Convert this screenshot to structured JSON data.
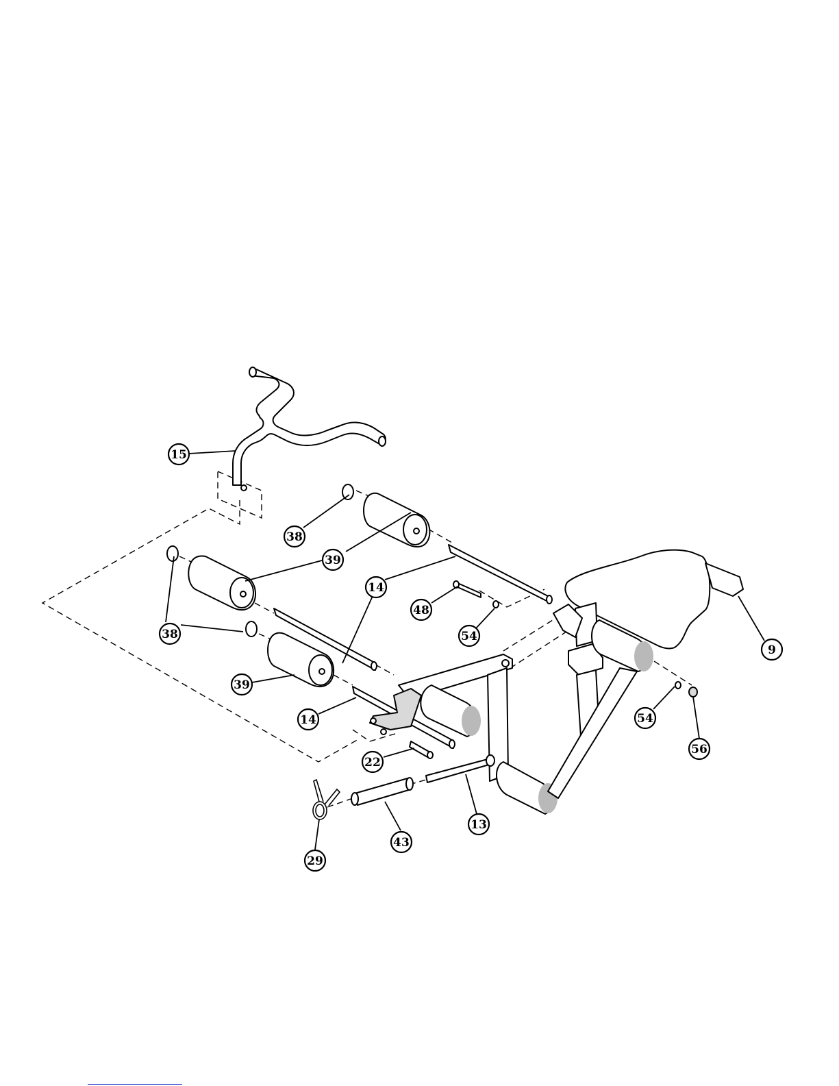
{
  "callouts": [
    {
      "id": "c15a",
      "label": "15"
    },
    {
      "id": "c38a",
      "label": "38"
    },
    {
      "id": "c39a",
      "label": "39"
    },
    {
      "id": "c14a",
      "label": "14"
    },
    {
      "id": "c38b",
      "label": "38"
    },
    {
      "id": "c39b",
      "label": "39"
    },
    {
      "id": "c14b",
      "label": "14"
    },
    {
      "id": "c48",
      "label": "48"
    },
    {
      "id": "c54a",
      "label": "54"
    },
    {
      "id": "c9",
      "label": "9"
    },
    {
      "id": "c54b",
      "label": "54"
    },
    {
      "id": "c56",
      "label": "56"
    },
    {
      "id": "c22",
      "label": "22"
    },
    {
      "id": "c13",
      "label": "13"
    },
    {
      "id": "c43",
      "label": "43"
    },
    {
      "id": "c29",
      "label": "29"
    }
  ],
  "colors": {
    "line": "#000000",
    "fill": "#ffffff",
    "shade": "#b9b9b9",
    "footer_line": "#1a33cc"
  }
}
